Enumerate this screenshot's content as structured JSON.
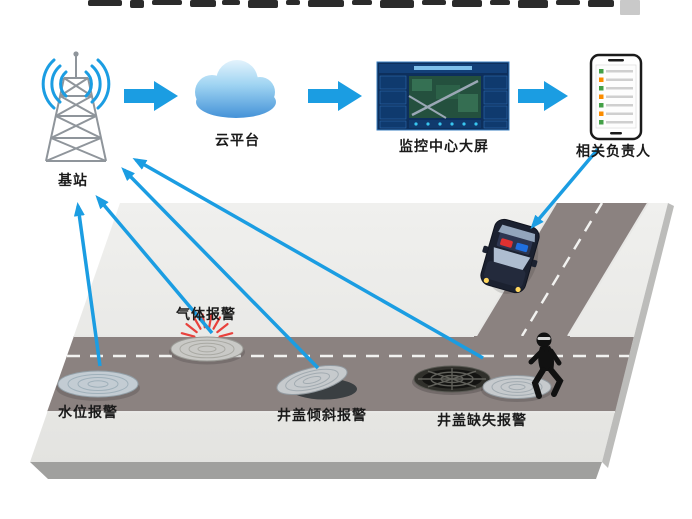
{
  "nodes": {
    "base_station": {
      "label": "基站"
    },
    "cloud": {
      "label": "云平台"
    },
    "monitor": {
      "label": "监控中心大屏"
    },
    "person": {
      "label": "相关负责人"
    }
  },
  "alarms": {
    "gas": {
      "label": "气体报警"
    },
    "water": {
      "label": "水位报警"
    },
    "tilt": {
      "label": "井盖倾斜报警"
    },
    "missing": {
      "label": "井盖缺失报警"
    }
  },
  "colors": {
    "arrow_blue": "#1B9DE2",
    "alert_red": "#E8413C",
    "road": "#8B8280",
    "ground_top": "#F0F0EE",
    "ground_bottom": "#E3E3E0",
    "ground_edge": "#A0A09E",
    "monitor_bg": "#0D2F5C",
    "label_text": "#1A1A1A"
  }
}
